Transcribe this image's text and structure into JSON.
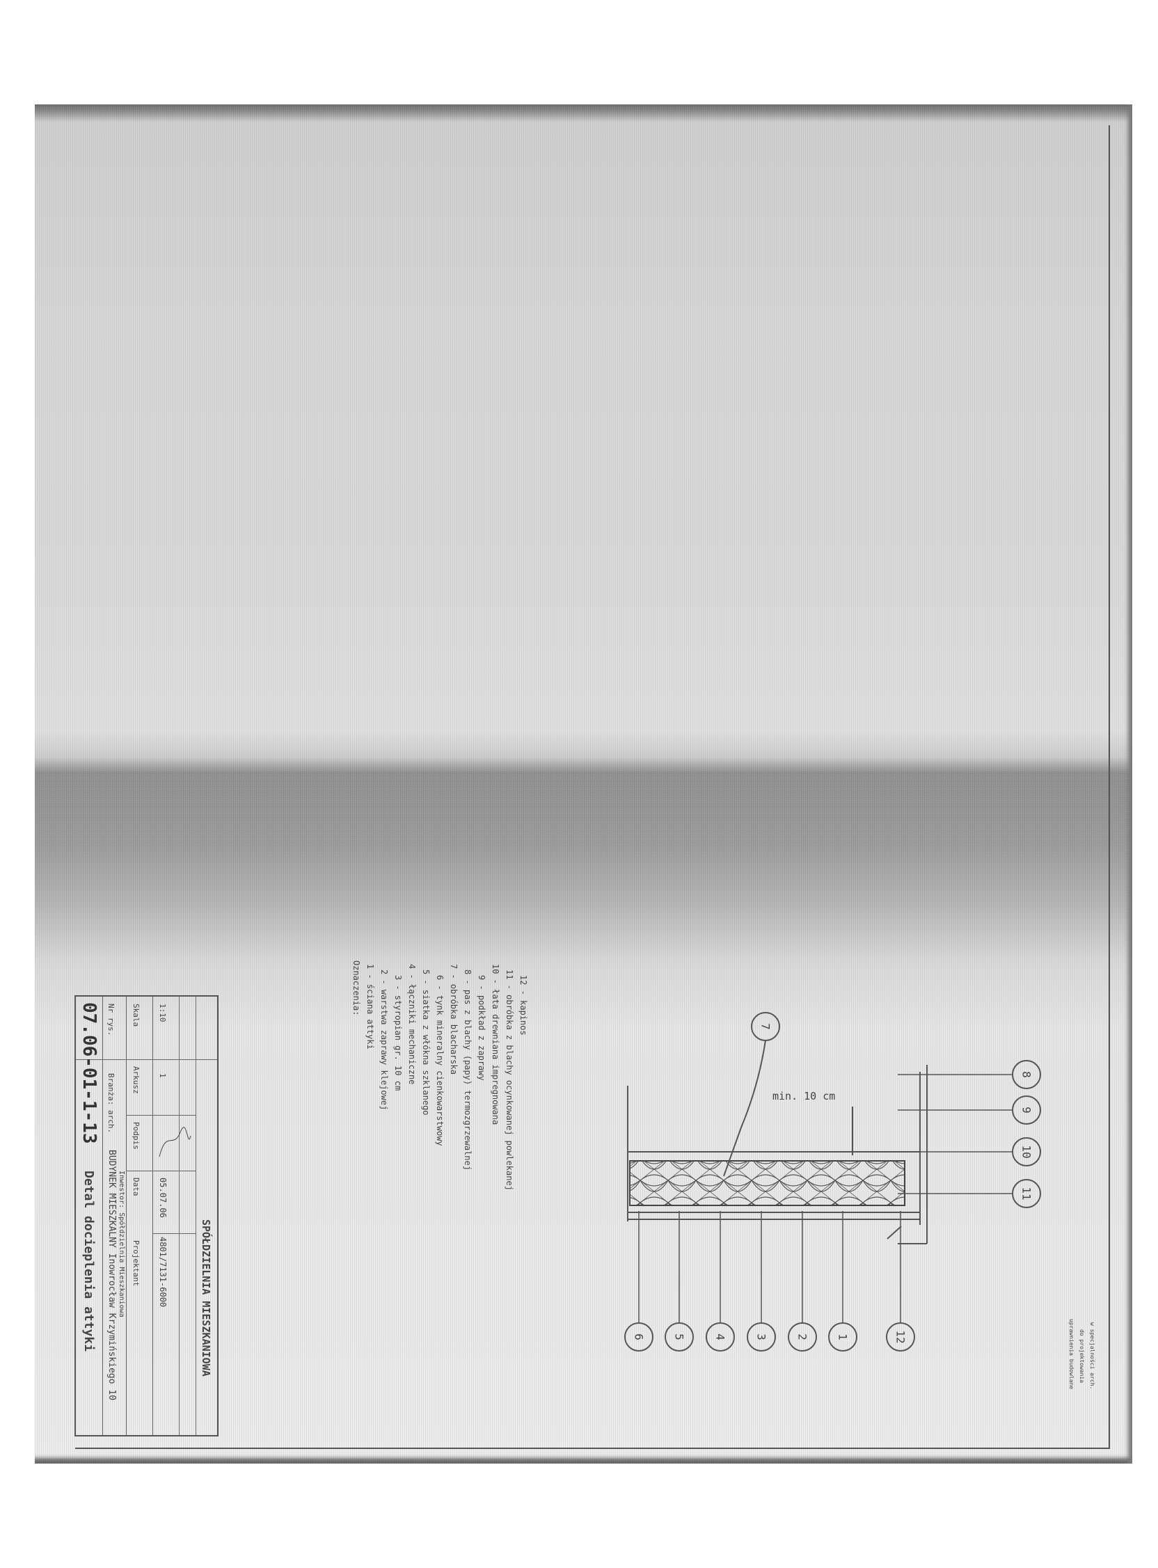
{
  "title_block": {
    "drawing_title": "Detal docieplenia attyki",
    "drawing_number": "07.06-01-1-13",
    "nr_label": "Nr rys.",
    "branch": "Branża: arch.",
    "scale_label": "Skala",
    "scale": "1:10",
    "object": "BUDYNEK MIESZKALNY   Inowrocław  Krzymińskiego 10",
    "address_note": "Inwestor: Spółdzielnia Mieszkaniowa",
    "investor": "SPÓŁDZIELNIA MIESZKANIOWA",
    "designer_label": "Projektant",
    "license": "4801/7131-6000",
    "date_label": "Data",
    "date": "05.07.06",
    "signature_label": "Podpis",
    "sheet_label": "Arkusz",
    "sheet": "1"
  },
  "legend": {
    "heading": "Oznaczenia:",
    "items": [
      "1 - ściana attyki",
      "2 - warstwa zaprawy klejowej",
      "3 - styropian gr. 10 cm",
      "4 - łączniki mechaniczne",
      "5 - siatka z włókna szklanego",
      "6 - tynk mineralny cienkowarstwowy",
      "7 - obróbka blacharska",
      "8 - pas z blachy (papy) termozgrzewalnej",
      "9 - podkład z zaprawy",
      "10 - łata drewniana impregnowana",
      "11 - obróbka z blachy ocynkowanej powlekanej",
      "12 - kapinos"
    ]
  },
  "drawing": {
    "dimension": "min. 10 cm",
    "bottom_markers": [
      "6",
      "5",
      "4",
      "3",
      "2",
      "1",
      "12"
    ],
    "right_markers": [
      "8",
      "9",
      "10",
      "11"
    ],
    "top_marker": "7"
  },
  "stamp": {
    "lines": [
      "uprawnienia budowlane",
      "do projektowania",
      "w specjalności arch."
    ]
  }
}
